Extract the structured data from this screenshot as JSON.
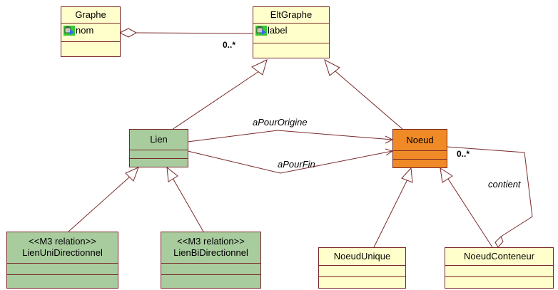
{
  "colors": {
    "yellow": "#ffffcc",
    "green": "#a8cc9e",
    "orange": "#ef8a26",
    "line": "#7a2a2a"
  },
  "classes": {
    "graphe": {
      "name": "Graphe",
      "attr": "nom"
    },
    "eltgraphe": {
      "name": "EltGraphe",
      "attr": "label"
    },
    "lien": {
      "name": "Lien"
    },
    "noeud": {
      "name": "Noeud"
    },
    "lienuni": {
      "stereotype": "<<M3 relation>>",
      "name": "LienUniDirectionnel"
    },
    "lienbi": {
      "stereotype": "<<M3 relation>>",
      "name": "LienBiDirectionnel"
    },
    "noeudunique": {
      "name": "NoeudUnique"
    },
    "noeudconteneur": {
      "name": "NoeudConteneur"
    }
  },
  "labels": {
    "mult_elt": "0..*",
    "mult_noeud": "0..*",
    "apourorigine": "aPourOrigine",
    "apourfin": "aPourFin",
    "contient": "contient"
  }
}
